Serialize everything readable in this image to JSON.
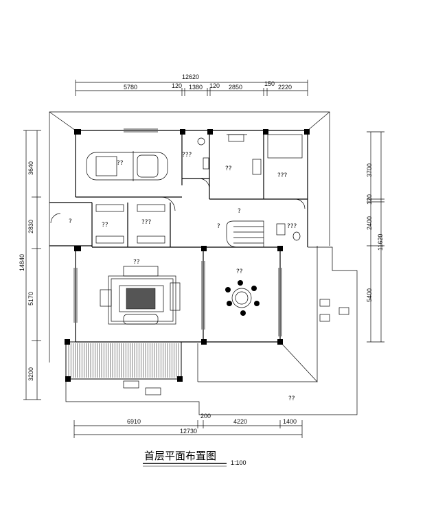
{
  "title": "首层平面布置图",
  "scale": "1:100",
  "dims_top": {
    "overall": "12620",
    "a": "5780",
    "b": "120",
    "c": "1380",
    "d": "120",
    "e": "2850",
    "f": "150",
    "g": "2220"
  },
  "dims_bottom": {
    "overall": "12730",
    "a": "6910",
    "b": "200",
    "c": "4220",
    "d": "1400"
  },
  "dims_left": {
    "overall": "14840",
    "a": "3640",
    "b": "2830",
    "c": "5170",
    "d": "3200"
  },
  "dims_right": {
    "overall": "11620",
    "a": "3700",
    "b": "120",
    "c": "2400",
    "d": "5400"
  },
  "rooms": {
    "garage": "??",
    "bath_top": "???",
    "kitchen": "??",
    "bedroom_top": "???",
    "entry": "?",
    "storage": "??",
    "closet": "???",
    "hall": "?",
    "stair": "?",
    "toilet": "???",
    "living": "??",
    "dining": "??",
    "terrace": "??"
  }
}
